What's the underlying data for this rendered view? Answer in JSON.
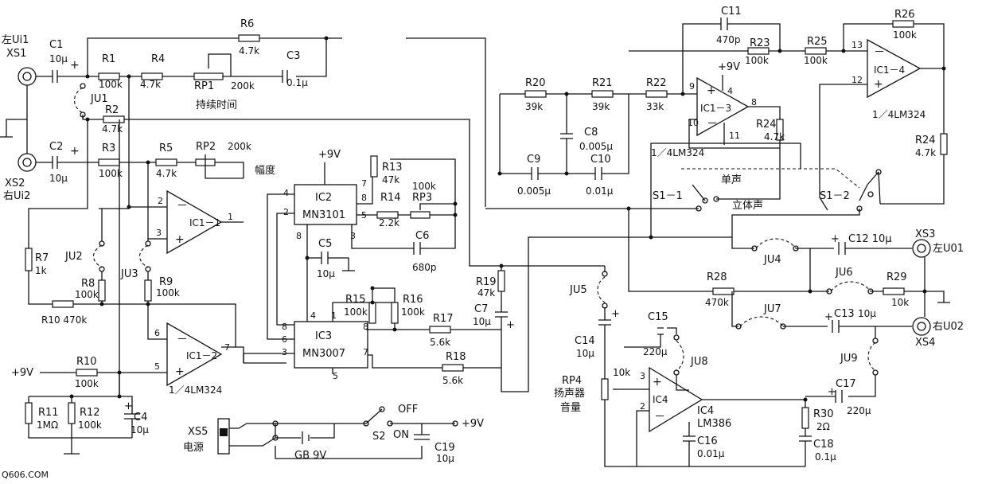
{
  "labels": {
    "in_left": "左Ui1",
    "xs1": "XS1",
    "xs2": "XS2",
    "in_right": "右Ui2",
    "c1": "C1",
    "c1v": "10μ",
    "c2": "C2",
    "c2v": "10μ",
    "r1": "R1",
    "r1v": "100k",
    "r2": "R2",
    "r2v": "4.7k",
    "r3": "R3",
    "r3v": "100k",
    "r4": "R4",
    "r4v": "4.7k",
    "r5": "R5",
    "r5v": "4.7k",
    "r6": "R6",
    "r6v": "4.7k",
    "rp1": "RP1",
    "rp1v": "200k",
    "rp2": "RP2",
    "rp2v": "200k",
    "c3": "C3",
    "c3v": "0.1μ",
    "ju1": "JU1",
    "duration": "持续时间",
    "amplitude": "幅度",
    "ic11": "IC1－1",
    "ic12": "IC1－2",
    "lm324a": "1／4LM324",
    "ju2": "JU2",
    "ju3": "JU3",
    "r7": "R7",
    "r7v": "1k",
    "r8": "R8",
    "r8v": "100k",
    "r9": "R9",
    "r9v": "100k",
    "r10a": "R10 470k",
    "r10": "R10",
    "r10v": "100k",
    "vcc_left": "+9V",
    "r11": "R11",
    "r11v": "1MΩ",
    "r12": "R12",
    "r12v": "100k",
    "c4": "C4",
    "c4v": "10μ",
    "vcc_ic2": "+9V",
    "ic2": "IC2",
    "mn3101": "MN3101",
    "r13": "R13",
    "r13v": "47k",
    "r14": "R14",
    "r14v": "2.2k",
    "rp3": "RP3",
    "rp3v": "100k",
    "c5": "C5",
    "c5v": "10μ",
    "c6": "C6",
    "c6v": "680p",
    "ic3": "IC3",
    "mn3007": "MN3007",
    "r15": "R15",
    "r15v": "100k",
    "r16": "R16",
    "r16v": "100k",
    "r17": "R17",
    "r17v": "5.6k",
    "r18": "R18",
    "r18v": "5.6k",
    "r19": "R19",
    "r19v": "47k",
    "c7": "C7",
    "c7v": "10μ",
    "xs5": "XS5",
    "power": "电源",
    "gb": "GB 9V",
    "s2": "S2",
    "off": "OFF",
    "on": "ON",
    "vcc_s2": "+9V",
    "c19": "C19",
    "c19v": "10μ",
    "r20": "R20",
    "r20v": "39k",
    "r21": "R21",
    "r21v": "39k",
    "r22": "R22",
    "r22v": "33k",
    "c8": "C8",
    "c8v": "0.005μ",
    "c9": "C9",
    "c9v": "0.005μ",
    "c10": "C10",
    "c10v": "0.01μ",
    "c11": "C11",
    "c11v": "470p",
    "r23": "R23",
    "r23v": "100k",
    "vcc_ic13": "+9V",
    "ic13": "IC1－3",
    "lm324b": "1／4LM324",
    "r24a": "R24",
    "r24av": "4.7k",
    "r25": "R25",
    "r25v": "100k",
    "r26": "R26",
    "r26v": "100k",
    "ic14": "IC1－4",
    "lm324c": "1／4LM324",
    "r24b": "R24",
    "r24bv": "4.7k",
    "mono": "单声",
    "stereo": "立体声",
    "s11": "S1－1",
    "s12": "S1－2",
    "ju4": "JU4",
    "ju5": "JU5",
    "ju6": "JU6",
    "ju7": "JU7",
    "ju8": "JU8",
    "ju9": "JU9",
    "c12": "C12 10μ",
    "xs3": "XS3",
    "out_left": "左U01",
    "r28": "R28",
    "r28v": "470k",
    "r29": "R29",
    "r29v": "10k",
    "c13": "C13",
    "c13v": "10μ",
    "out_right": "右U02",
    "xs4": "XS4",
    "c14": "C14",
    "c14v": "10μ",
    "c15": "C15",
    "c15v": "220μ",
    "rp4": "RP4",
    "speaker": "扬声器",
    "volume": "音量",
    "rp4v": "10k",
    "ic4": "IC4",
    "lm386": "LM386",
    "c16": "C16",
    "c16v": "0.01μ",
    "r30": "R30",
    "r30v": "2Ω",
    "c17": "C17",
    "c17v": "220μ",
    "c18": "C18",
    "c18v": "0.1μ",
    "watermark": "Q606.COM",
    "p2": "2",
    "p3": "3",
    "p1": "1",
    "p6": "6",
    "p5": "5",
    "p7": "7",
    "n4": "4",
    "n2": "2",
    "n8": "8",
    "n7": "7",
    "n5": "5",
    "n3": "3",
    "m8": "8",
    "m7": "7",
    "m6": "6",
    "m3": "3",
    "m2": "2",
    "m4": "4",
    "m1": "1",
    "m5": "5",
    "q9": "9",
    "q4": "4",
    "q8": "8",
    "q10": "10",
    "q11": "11",
    "q13": "13",
    "q12": "12",
    "g3": "3",
    "g2": "2",
    "minus": "－",
    "plus": "+"
  }
}
